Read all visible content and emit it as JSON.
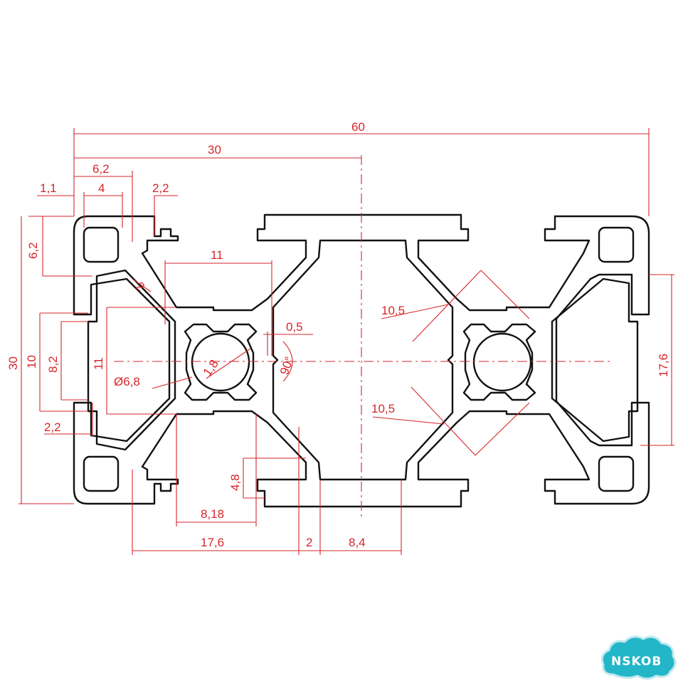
{
  "drawing": {
    "dimensions": {
      "d60": "60",
      "d30_width": "30",
      "d6_2_top": "6,2",
      "d1_1": "1,1",
      "d4": "4",
      "d2_2_top": "2,2",
      "d6_2_left": "6,2",
      "d30_height": "30",
      "d10": "10",
      "d8_2": "8,2",
      "d11_vertical": "11",
      "d11_horizontal": "11",
      "d2_corner": "2",
      "d0_5": "0,5",
      "d1_8": "1,8",
      "d90": "90°",
      "d6_8": "Ø6,8",
      "d10_5_upper": "10,5",
      "d10_5_lower": "10,5",
      "d17_6_right": "17,6",
      "d2_2_left": "2,2",
      "d4_8": "4,8",
      "d8_18": "8,18",
      "d17_6_bottom": "17,6",
      "d2_bottom": "2",
      "d8_4": "8,4"
    },
    "colors": {
      "dimension": "#d7262b",
      "profile": "#111111",
      "logo_fill": "#22b6c8"
    }
  },
  "logo": {
    "text": "NSKOB"
  }
}
